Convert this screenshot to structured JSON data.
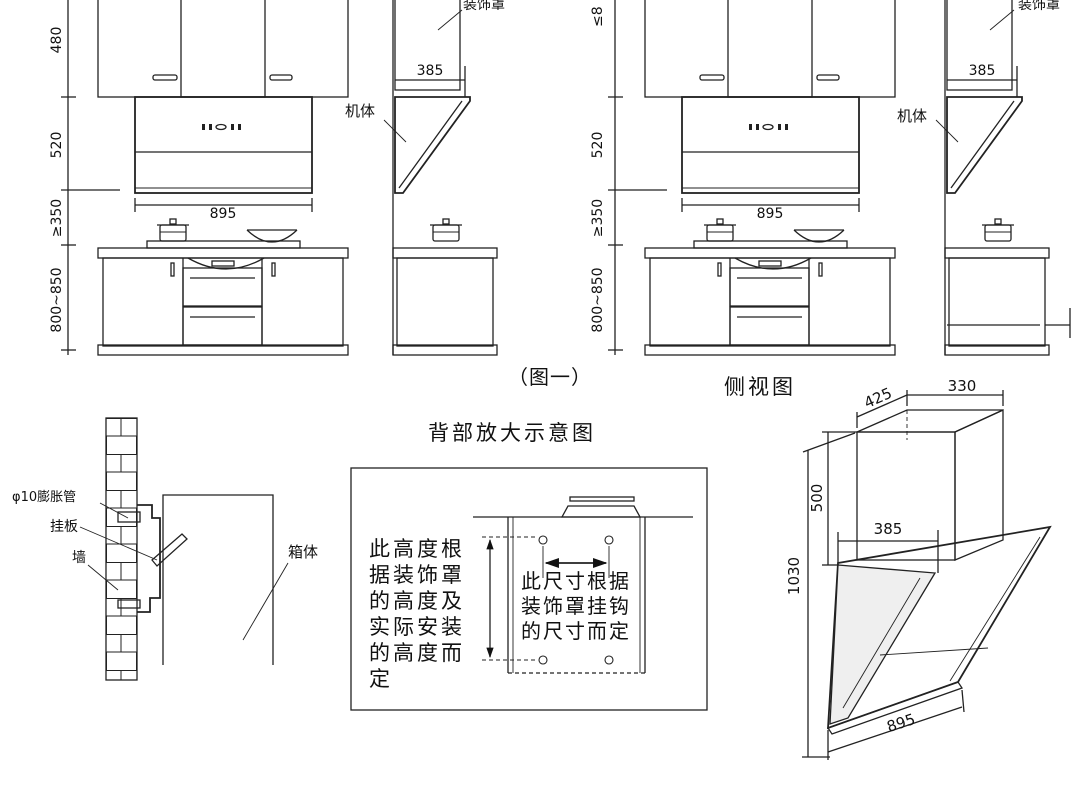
{
  "figure1": {
    "caption": "（图一）",
    "left": {
      "front": {
        "dim_top": "480",
        "dim_hood": "520",
        "dim_gap": "≥350",
        "dim_counter": "800~850",
        "dim_width": "895"
      },
      "side": {
        "cover_label": "装饰罩",
        "dim_depth": "385",
        "body_label": "机体"
      }
    },
    "right": {
      "front": {
        "dim_top": "≤8",
        "dim_hood": "520",
        "dim_gap": "≥350",
        "dim_counter": "800~850",
        "dim_width": "895"
      },
      "side": {
        "cover_label": "装饰罩",
        "dim_depth": "385",
        "body_label": "机体"
      }
    }
  },
  "side_view_title": "侧视图",
  "back_detail": {
    "title": "背部放大示意图",
    "anchor_label": "φ10膨胀管",
    "plate_label": "挂板",
    "wall_label": "墙",
    "cabinet_label": "箱体",
    "height_note_lines": [
      "此高度根",
      "据装饰罩",
      "的高度及",
      "实际安装",
      "的高度而",
      "定"
    ],
    "size_note_lines": [
      "此尺寸根据",
      "装饰罩挂钩",
      "的尺寸而定"
    ]
  },
  "iso_view": {
    "dim_top_depth": "425",
    "dim_top_width": "330",
    "dim_cover_height": "500",
    "dim_hook_spacing": "385",
    "dim_total_height": "1030",
    "dim_width": "895"
  }
}
